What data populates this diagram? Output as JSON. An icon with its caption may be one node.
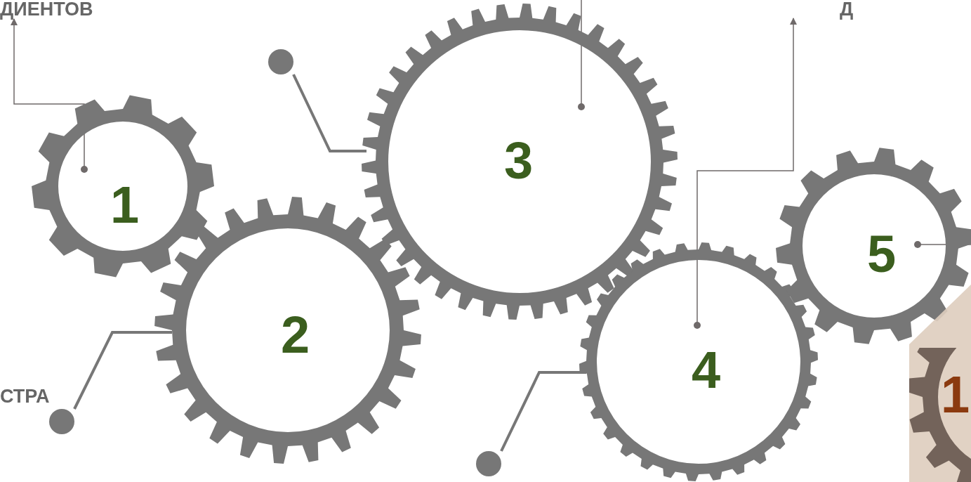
{
  "diagram": {
    "nodes": [
      {
        "text": [
          "ДИЕНТОВ"
        ]
      },
      {
        "text": [
          "1"
        ]
      },
      {
        "text": [
          "2"
        ]
      },
      {
        "text": [
          "3"
        ]
      },
      {
        "text": [
          "4"
        ]
      },
      {
        "text": [
          "5"
        ]
      },
      {
        "text": [
          "1"
        ]
      },
      {
        "text": [],
        "shape": "circle"
      },
      {
        "text": [],
        "shape": "circle"
      },
      {
        "text": [],
        "shape": "circle"
      }
    ],
    "edges": [
      {
        "from": 1,
        "to": 0,
        "arrow": "to"
      },
      {
        "from": 3,
        "to": null,
        "arrow": "other"
      },
      {
        "from": 4,
        "to": null,
        "arrow": "to"
      },
      {
        "from": 5,
        "to": null,
        "arrow": "other"
      },
      {
        "from": 2,
        "to": 7,
        "arrow": "none",
        "style": "thick"
      },
      {
        "from": 3,
        "to": 8,
        "arrow": "none",
        "style": "thick"
      },
      {
        "from": 4,
        "to": 9,
        "arrow": "none",
        "style": "thick"
      }
    ],
    "labels": [
      "Д",
      "СТРА"
    ]
  }
}
